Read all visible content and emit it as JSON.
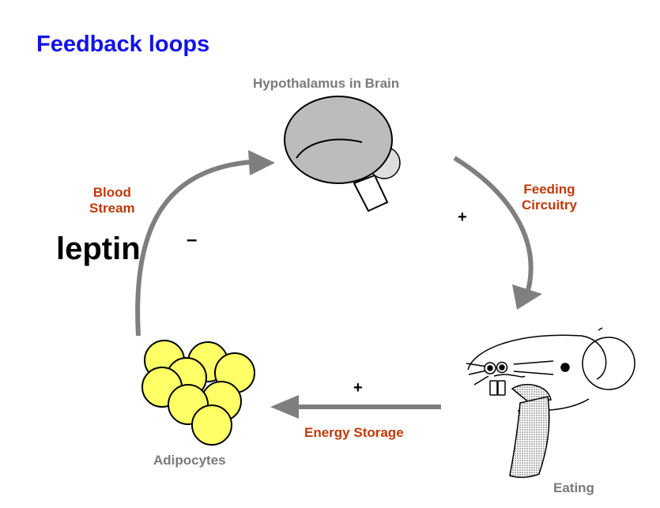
{
  "title": "Feedback loops",
  "nodes": {
    "hypothalamus": "Hypothalamus in Brain",
    "eating": "Eating",
    "adipocytes": "Adipocytes"
  },
  "edges": {
    "feeding": {
      "line1": "Feeding",
      "line2": "Circuitry",
      "sign": "+"
    },
    "energy": {
      "label": "Energy Storage",
      "sign": "+"
    },
    "blood": {
      "line1": "Blood",
      "line2": "Stream",
      "sign": "–",
      "signal": "leptin"
    }
  },
  "colors": {
    "title": "#1212e8",
    "node_label": "#7a7a7a",
    "edge_label": "#c0390b",
    "arrow": "#7f7f7f",
    "adipocyte_fill": "#ffff66",
    "brain_fill": "#bcbcbc"
  }
}
